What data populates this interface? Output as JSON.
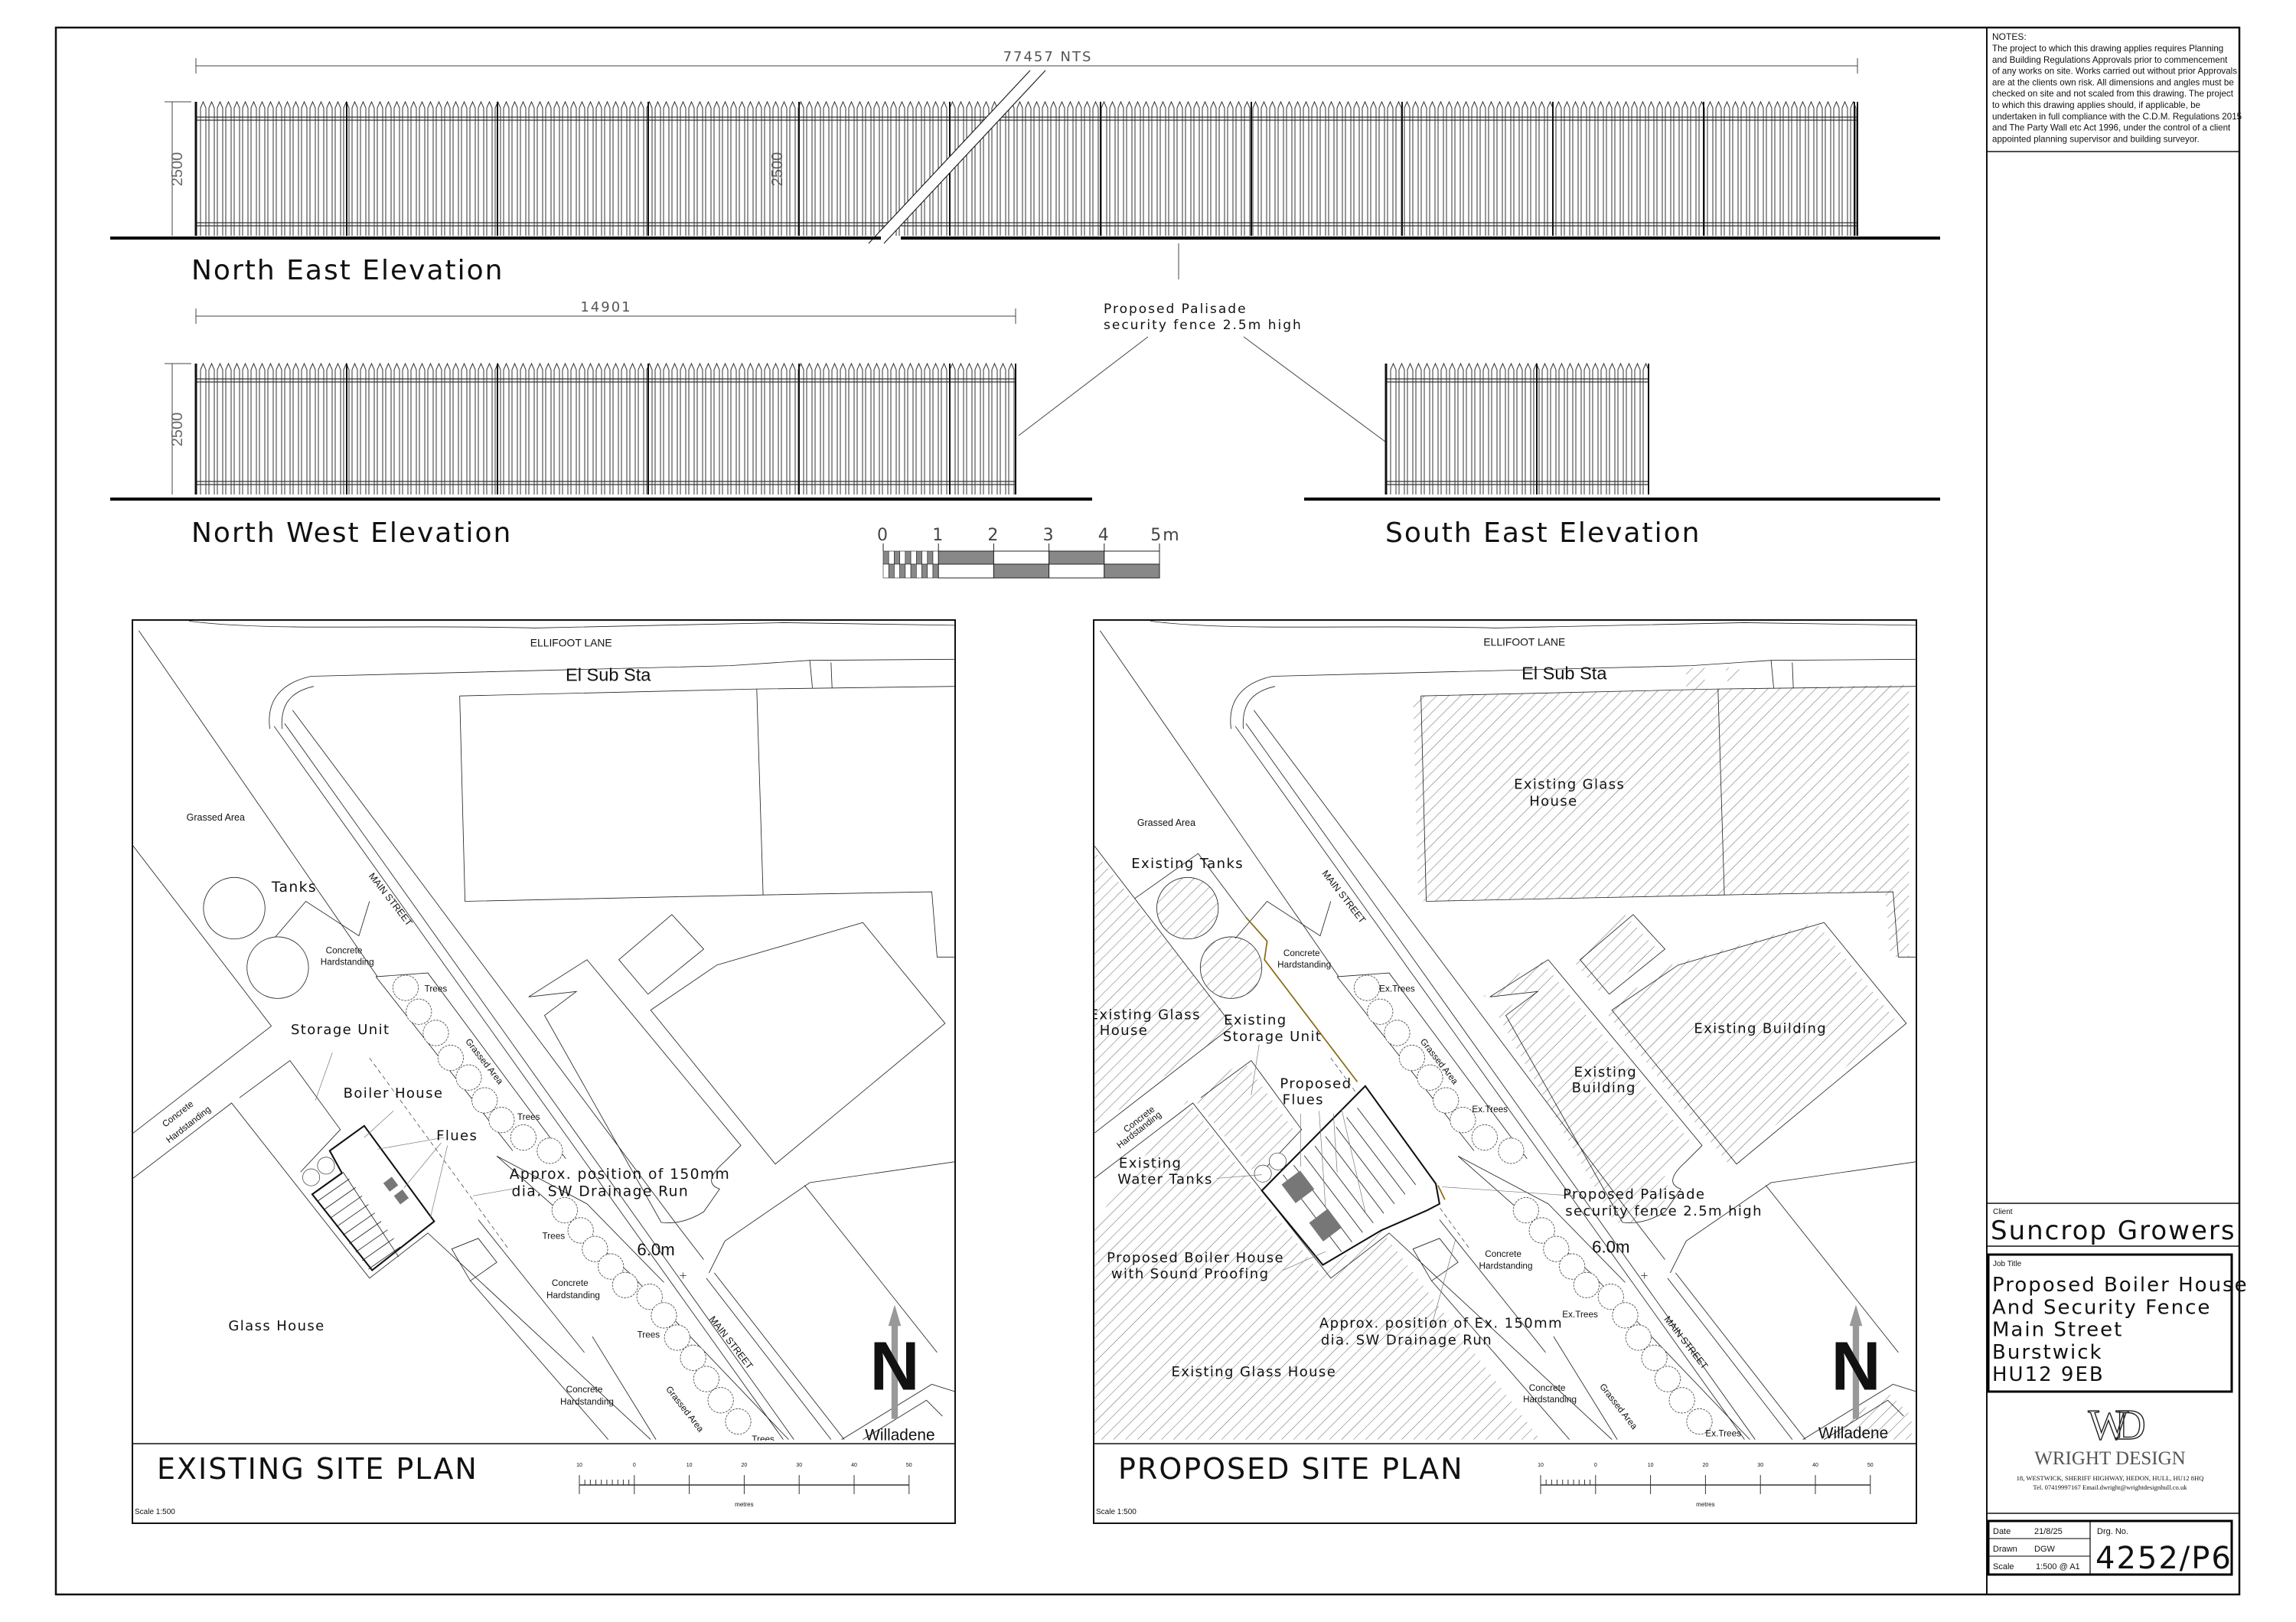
{
  "notes": {
    "heading": "NOTES:",
    "lines": [
      "The project to which this drawing applies requires Planning",
      "and Building Regulations Approvals prior to commencement",
      "of any works on site. Works carried out without prior Approvals",
      "are at the clients own risk. All dimensions and angles must be",
      "checked on site and not scaled from this drawing. The project",
      "to which this drawing applies should, if applicable, be",
      "undertaken in full compliance with the C.D.M. Regulations 2015",
      "and The Party Wall etc Act 1996, under the control of a client",
      "appointed planning supervisor and building surveyor."
    ]
  },
  "elevations": {
    "north_east": {
      "title": "North East Elevation",
      "length_dim": "77457 NTS",
      "height_dims": [
        "2500",
        "2500"
      ]
    },
    "north_west": {
      "title": "North West Elevation",
      "length_dim": "14901",
      "height_dim": "2500"
    },
    "south_east": {
      "title": "South East Elevation"
    },
    "callout": [
      "Proposed Palisade",
      "security fence 2.5m high"
    ]
  },
  "elevation_scale": {
    "labels": [
      "0",
      "1",
      "2",
      "3",
      "4",
      "5m"
    ]
  },
  "existing_plan": {
    "title": "EXISTING SITE PLAN",
    "scale_text": "Scale 1:500",
    "scale_bar": {
      "labels": [
        "10",
        "0",
        "10",
        "20",
        "30",
        "40",
        "50"
      ],
      "unit": "metres"
    },
    "north": "N",
    "labels": [
      "ELLIFOOT LANE",
      "El Sub Sta",
      "Grassed Area",
      "Tanks",
      "MAIN STREET",
      "Concrete",
      "Hardstanding",
      "Trees",
      "Storage Unit",
      "Grassed Area",
      "Concrete",
      "Hardstanding",
      "Boiler House",
      "Trees",
      "Flues",
      "Approx. position of 150mm",
      "dia. SW Drainage Run",
      "Trees",
      "6.0m",
      "Concrete",
      "Hardstanding",
      "Glass House",
      "Trees",
      "MAIN STREET",
      "Concrete",
      "Hardstanding",
      "Grassed Area",
      "Trees",
      "Willadene"
    ]
  },
  "proposed_plan": {
    "title": "PROPOSED SITE PLAN",
    "scale_text": "Scale 1:500",
    "scale_bar": {
      "labels": [
        "10",
        "0",
        "10",
        "20",
        "30",
        "40",
        "50"
      ],
      "unit": "metres"
    },
    "north": "N",
    "fence_color": "#8a6a1a",
    "labels": [
      "ELLIFOOT LANE",
      "El Sub Sta",
      "Grassed Area",
      "Existing Tanks",
      "Existing Glass",
      "House",
      "MAIN STREET",
      "Concrete",
      "Hardstanding",
      "Ex.Trees",
      "Existing Glass",
      "House",
      "Existing",
      "Storage Unit",
      "Grassed Area",
      "Existing Building",
      "Existing",
      "Building",
      "Proposed",
      "Flues",
      "Ex.Trees",
      "Concrete",
      "Hardstanding",
      "Existing",
      "Water Tanks",
      "Proposed Palisade",
      "security fence 2.5m high",
      "6.0m",
      "Concrete",
      "Hardstanding",
      "Proposed Boiler House",
      "with Sound Proofing",
      "Ex.Trees",
      "Approx. position of Ex. 150mm",
      "dia. SW Drainage Run",
      "MAIN STREET",
      "Existing Glass House",
      "Concrete",
      "Hardstanding",
      "Grassed Area",
      "Ex.Trees",
      "Willadene"
    ]
  },
  "title_block": {
    "client_label": "Client",
    "client": "Suncrop Growers",
    "job_title_label": "Job Title",
    "job_title_lines": [
      "Proposed Boiler House",
      "And Security Fence",
      "Main Street",
      "Burstwick",
      "HU12 9EB"
    ],
    "logo_monogram": "WD",
    "company": "WRIGHT DESIGN",
    "address": "18, WESTWICK, SHERIFF HIGHWAY, HEDON, HULL, HU12 8HQ",
    "contact": "Tel. 07419997167  Email.dwright@wrightdesignhull.co.uk",
    "date_label": "Date",
    "date": "21/8/25",
    "drawn_label": "Drawn",
    "drawn": "DGW",
    "scale_label": "Scale",
    "scale": "1:500 @ A1",
    "drg_label": "Drg. No.",
    "drg_no": "4252/P6"
  }
}
